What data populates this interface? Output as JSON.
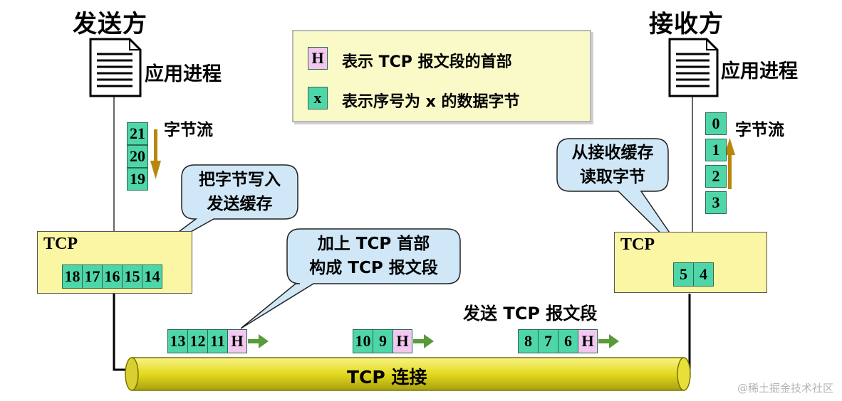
{
  "sender_title": "发送方",
  "receiver_title": "接收方",
  "sender_process": "应用进程",
  "receiver_process": "应用进程",
  "legend": {
    "header_key": "H",
    "header_desc": "表示 TCP 报文段的首部",
    "byte_key": "x",
    "byte_desc": "表示序号为 x 的数据字节"
  },
  "sender_stream_label": "字节流",
  "sender_stream": [
    "21",
    "20",
    "19"
  ],
  "receiver_stream_label": "字节流",
  "receiver_stream": [
    "0",
    "1",
    "2",
    "3"
  ],
  "callouts": {
    "write_buffer": [
      "把字节写入",
      "发送缓存"
    ],
    "read_buffer": [
      "从接收缓存",
      "读取字节"
    ],
    "add_header": [
      "加上 TCP 首部",
      "构成 TCP 报文段"
    ]
  },
  "sender_tcp": {
    "label": "TCP",
    "buffer": [
      "18",
      "17",
      "16",
      "15",
      "14"
    ]
  },
  "receiver_tcp": {
    "label": "TCP",
    "buffer": [
      "5",
      "4"
    ]
  },
  "segments_label": "发送 TCP 报文段",
  "segments": [
    {
      "bytes": [
        "13",
        "12",
        "11"
      ],
      "header": "H"
    },
    {
      "bytes": [
        "10",
        "9"
      ],
      "header": "H"
    },
    {
      "bytes": [
        "8",
        "7",
        "6"
      ],
      "header": "H"
    }
  ],
  "connection_label": "TCP 连接",
  "watermark": "@稀土掘金技术社区",
  "colors": {
    "data_cell": "#4fd6a8",
    "header_cell": "#f2c8f0",
    "tcp_box": "#fbf6a4",
    "callout_fill": "#cfe7f7",
    "pipe": "#e9e23a",
    "flow_arrow": "#b8860b",
    "segment_arrow": "#5a9a3a"
  }
}
